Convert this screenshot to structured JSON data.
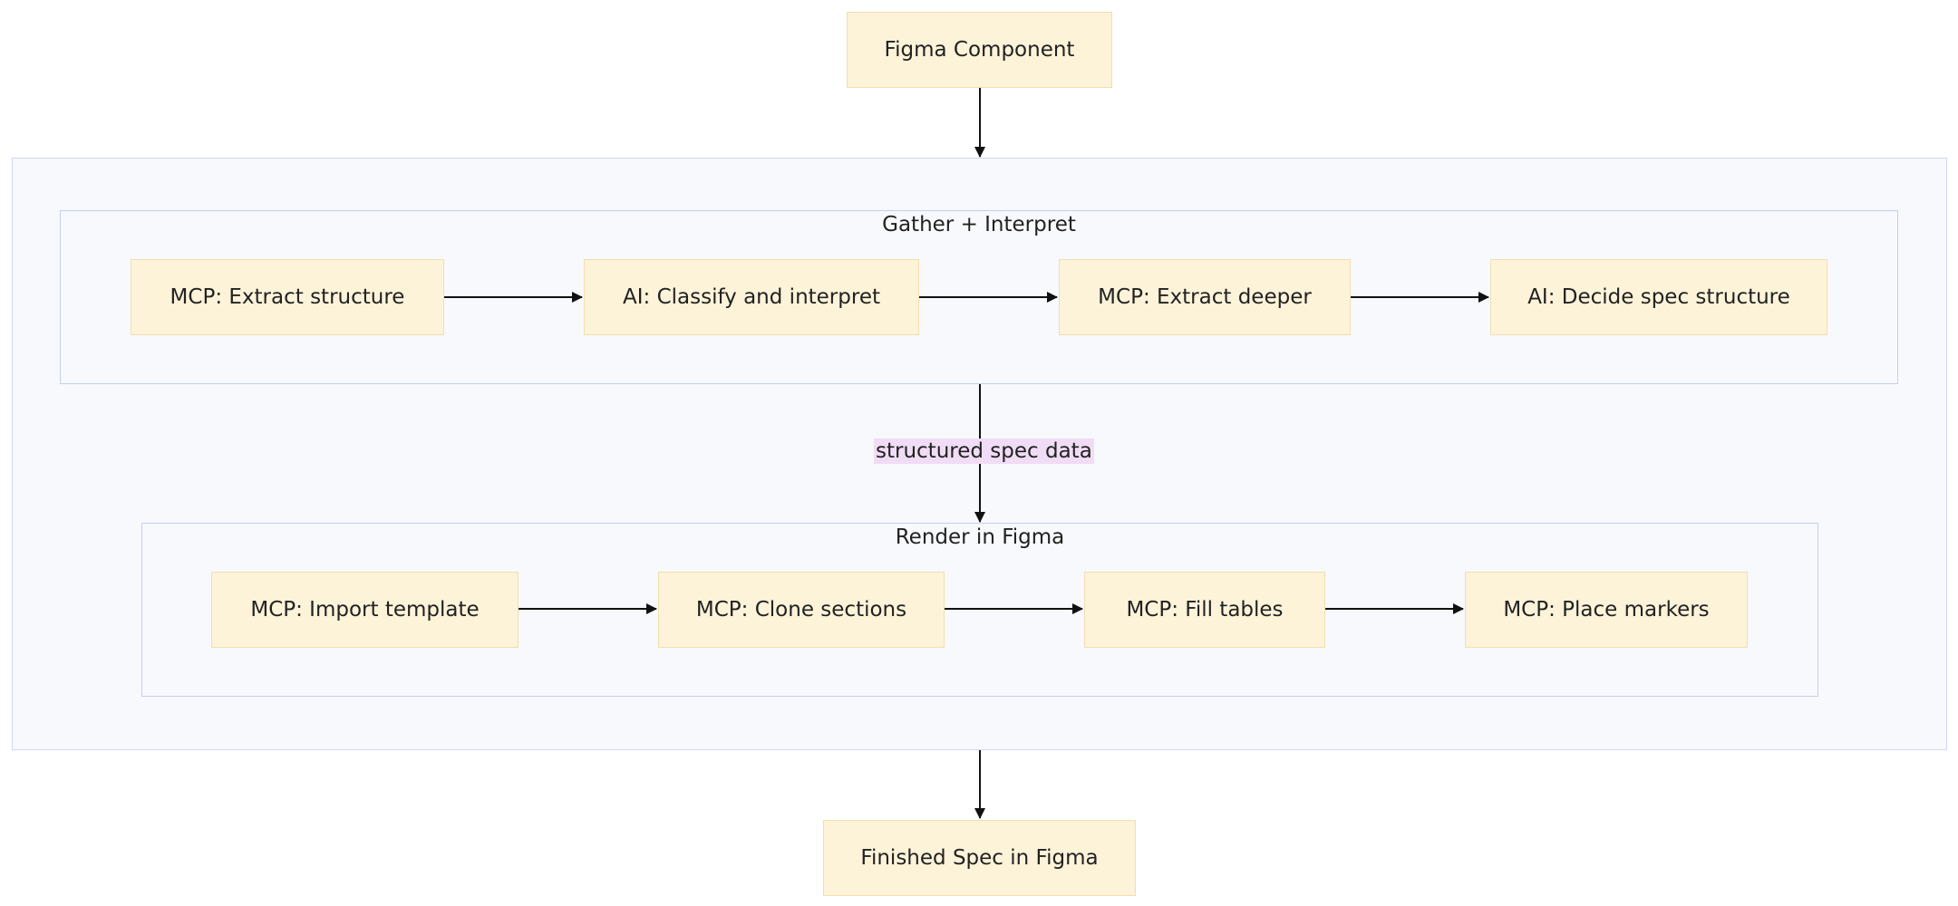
{
  "nodes": {
    "figma_component": "Figma Component",
    "finished_spec": "Finished Spec in Figma"
  },
  "clusters": {
    "gather": {
      "title": "Gather + Interpret",
      "steps": [
        "MCP: Extract structure",
        "AI: Classify and interpret",
        "MCP: Extract deeper",
        "AI: Decide spec structure"
      ]
    },
    "render": {
      "title": "Render in Figma",
      "steps": [
        "MCP: Import template",
        "MCP: Clone sections",
        "MCP: Fill tables",
        "MCP: Place markers"
      ]
    }
  },
  "edge_labels": {
    "gather_to_render": "structured spec data"
  },
  "colors": {
    "node_fill": "#fdf3d9",
    "node_border": "#f0dfae",
    "cluster_fill": "#f8f9fd",
    "cluster_border": "#cfd7f5",
    "edge_label_fill": "#f1dcf5",
    "edge": "#111111"
  }
}
